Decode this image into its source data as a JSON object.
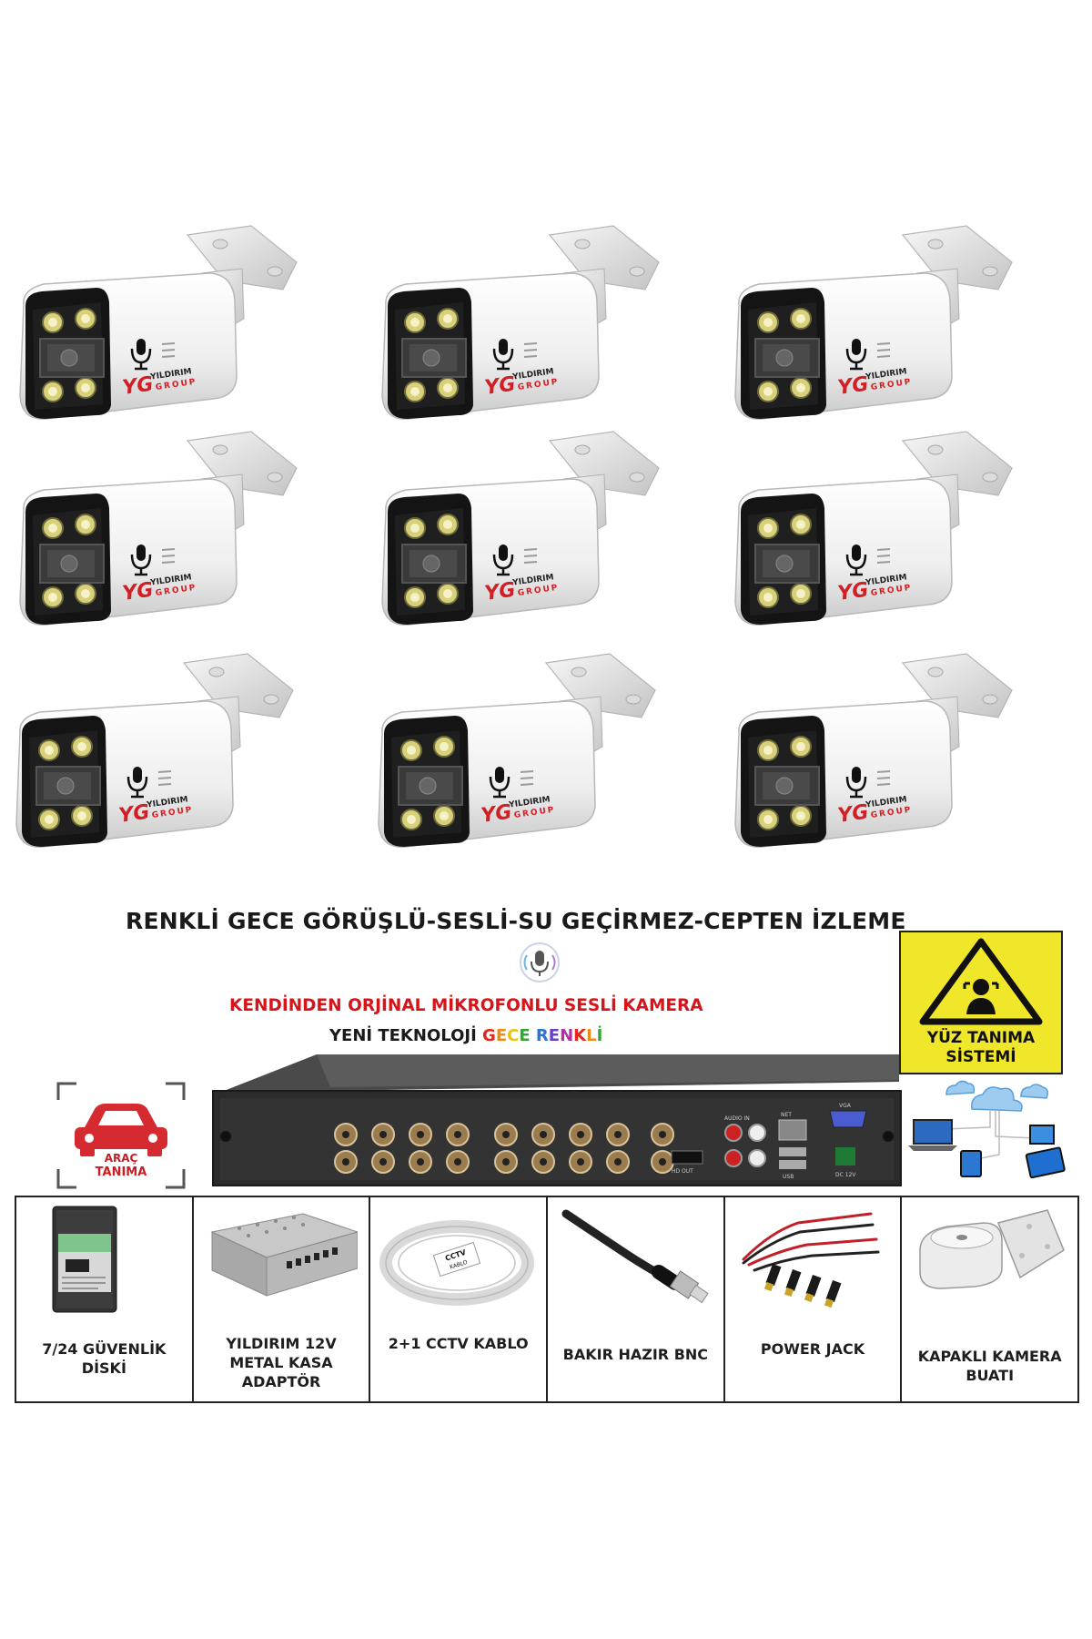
{
  "headline": {
    "main": "RENKLİ GECE GÖRÜŞLÜ-SESLİ-SU  GEÇİRMEZ-CEPTEN  İZLEME",
    "mic_line": "KENDİNDEN ORJİNAL MİKROFONLU SESLİ KAMERA",
    "tech_prefix": "YENİ TEKNOLOJİ ",
    "tech_colored": [
      "G",
      "E",
      "C",
      "E",
      " ",
      "R",
      "E",
      "N",
      "K",
      "L",
      "İ"
    ]
  },
  "colors": {
    "accent_red": "#d8141b",
    "warning_yellow": "#f0e62a",
    "gece_letters": [
      "#e2261c",
      "#f08a12",
      "#e5c312",
      "#3aa13a",
      "#ffffff",
      "#2b73d6",
      "#6a3fc8",
      "#b52ea8",
      "#e2261c",
      "#f08a12",
      "#3aa13a"
    ]
  },
  "camera": {
    "brand_top": "YILDIRIM",
    "brand_bottom": "GROUP",
    "logo_letters": "YG",
    "icons": [
      "microphone-icon",
      "camera-lens-icon",
      "led-light-icon"
    ]
  },
  "badges": {
    "face": "YÜZ TANIMA\nSİSTEMİ",
    "car_line1": "ARAÇ",
    "car_line2": "TANIMA"
  },
  "dvr": {
    "port_labels": [
      "NET",
      "VGA",
      "HD OUT",
      "DC 12V",
      "USB",
      "AUDIO IN"
    ]
  },
  "accessories": [
    {
      "label": "7/24 GÜVENLİK\nDİSKİ",
      "icon": "hard-disk-icon"
    },
    {
      "label": "YILDIRIM 12V\nMETAL KASA\nADAPTÖR",
      "icon": "power-supply-icon"
    },
    {
      "label": "2+1 CCTV KABLO",
      "icon": "cable-coil-icon",
      "tag_top": "CCTV",
      "tag_bottom": "KABLO"
    },
    {
      "label": "BAKIR HAZIR BNC",
      "icon": "bnc-connector-icon"
    },
    {
      "label": "POWER JACK",
      "icon": "power-jack-icon"
    },
    {
      "label": "KAPAKLI KAMERA\nBUATI",
      "icon": "junction-box-icon"
    }
  ]
}
